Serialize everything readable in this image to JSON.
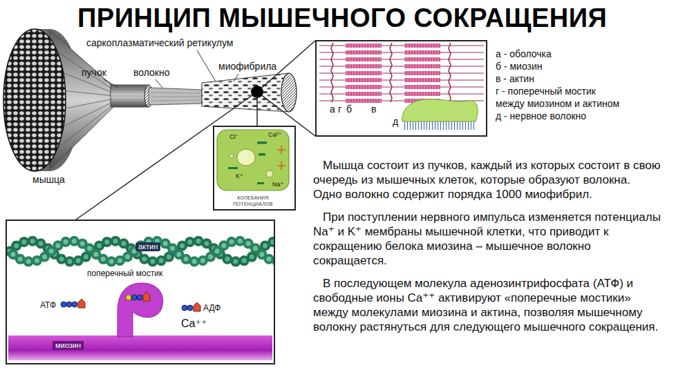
{
  "diagram": {
    "title": "ПРИНЦИП МЫШЕЧНОГО СОКРАЩЕНИЯ",
    "nodes": [
      {
        "text": [
          "а",
          "г",
          "б",
          "в",
          "д"
        ]
      },
      {
        "text": [
          "Cl⁻",
          "Ca²⁺",
          "K⁺",
          "Na⁺",
          "КОЛЕБАНИЯ ПОТЕНЦИАЛОВ"
        ]
      },
      {
        "text": [
          "актин",
          "поперечный мостик",
          "АТФ",
          "АДФ",
          "Ca⁺⁺",
          "миозин"
        ]
      }
    ],
    "labels": [
      "саркоплазматический ретикулум",
      "пучок",
      "волокно",
      "миофибрила",
      "мышца",
      "а - оболочка",
      "б - миозин",
      "в - актин",
      "г - поперечный мостик между миозином и актином",
      "д - нервное волокно",
      "Мышца состоит из пучков, каждый из которых состоит в свою очередь из мышечных клеток, которые образуют волокна. Одно волокно содержит порядка 1000 миофибрил.",
      "При поступлении нервного импульса изменяется потенциалы Na⁺ и K⁺ мембраны мышечной клетки, что приводит к сокращению белока миозина – мышечное волокно сокращается.",
      "В последующем молекула аденозинтрифосфата (АТФ) и свободные ионы Ca⁺⁺ активируют «поперечные мостики» между молекулами миозина и актина, позволяя мышечному волокну растянуться для следующего мышечного сокращения."
    ]
  }
}
